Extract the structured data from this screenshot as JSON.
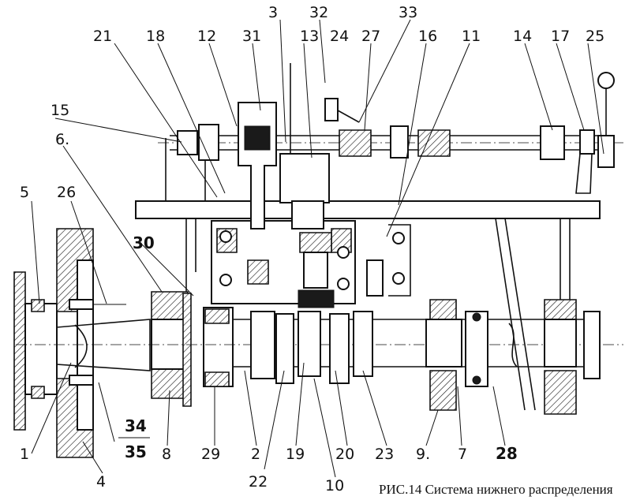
{
  "caption": "РИС.14 Система нижнего распределения",
  "callouts_top": [
    "3",
    "32",
    "33",
    "21",
    "18",
    "12",
    "31",
    "13",
    "24",
    "27",
    "16",
    "11",
    "14",
    "17",
    "25",
    "15",
    "6."
  ],
  "callouts_left": [
    "5",
    "26",
    "30"
  ],
  "callouts_bottom": [
    "1",
    "4",
    "8",
    "29",
    "2",
    "22",
    "19",
    "10",
    "20",
    "23",
    "9.",
    "7"
  ],
  "callout_28": "28",
  "callout_34": "34",
  "callout_35": "35"
}
